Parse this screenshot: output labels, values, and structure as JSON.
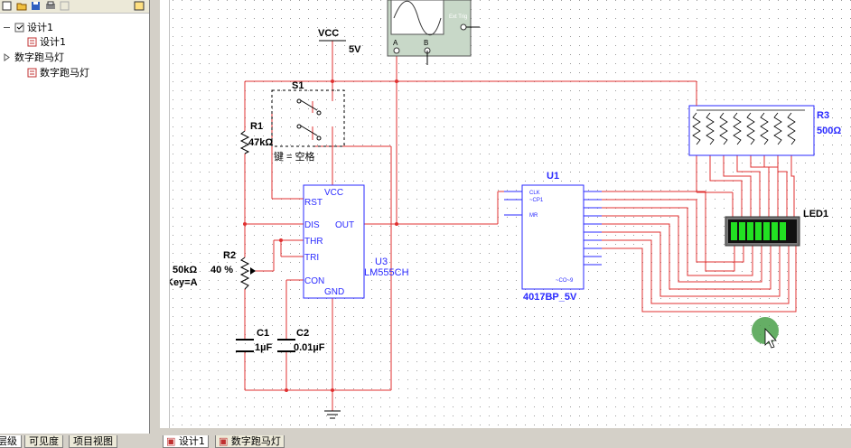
{
  "design_tree": {
    "items": [
      {
        "label": "设计1",
        "level": 0
      },
      {
        "label": "设计1",
        "level": 1
      },
      {
        "label": "数字跑马灯",
        "level": 0
      },
      {
        "label": "数字跑马灯",
        "level": 1
      }
    ]
  },
  "left_tabs": [
    "层级",
    "可见度",
    "项目视图"
  ],
  "doc_tabs": [
    "设计1",
    "数字跑马灯"
  ],
  "schematic": {
    "vcc_label": "VCC",
    "vcc_value": "5V",
    "switch_label": "S1",
    "key_label": "键 = 空格",
    "r1_label": "R1",
    "r1_value": "47kΩ",
    "r2_label": "R2",
    "r2_value": "50kΩ",
    "r2_percent": "40 %",
    "r2_key": "Key=A",
    "c1_label": "C1",
    "c1_value": "1µF",
    "c2_label": "C2",
    "c2_value": "0.01µF",
    "u3_label": "U3",
    "u3_part": "LM555CH",
    "u3_pins": {
      "rst": "RST",
      "vcc": "VCC",
      "dis": "DIS",
      "out": "OUT",
      "thr": "THR",
      "tri": "TRI",
      "con": "CON",
      "gnd": "GND"
    },
    "u1_label": "U1",
    "u1_part": "4017BP_5V",
    "u1_pins": {
      "clk": "CLK",
      "cp1": "~CP1",
      "mr": "MR",
      "co": "~CO~9"
    },
    "r3_label": "R3",
    "r3_value": "500Ω",
    "led_label": "LED1",
    "scope": {
      "trig": "Ext Trig",
      "a": "A",
      "b": "B"
    }
  },
  "colors": {
    "wire": "#e03030",
    "component": "#2a2aff",
    "selection": "#3a8a3a"
  }
}
